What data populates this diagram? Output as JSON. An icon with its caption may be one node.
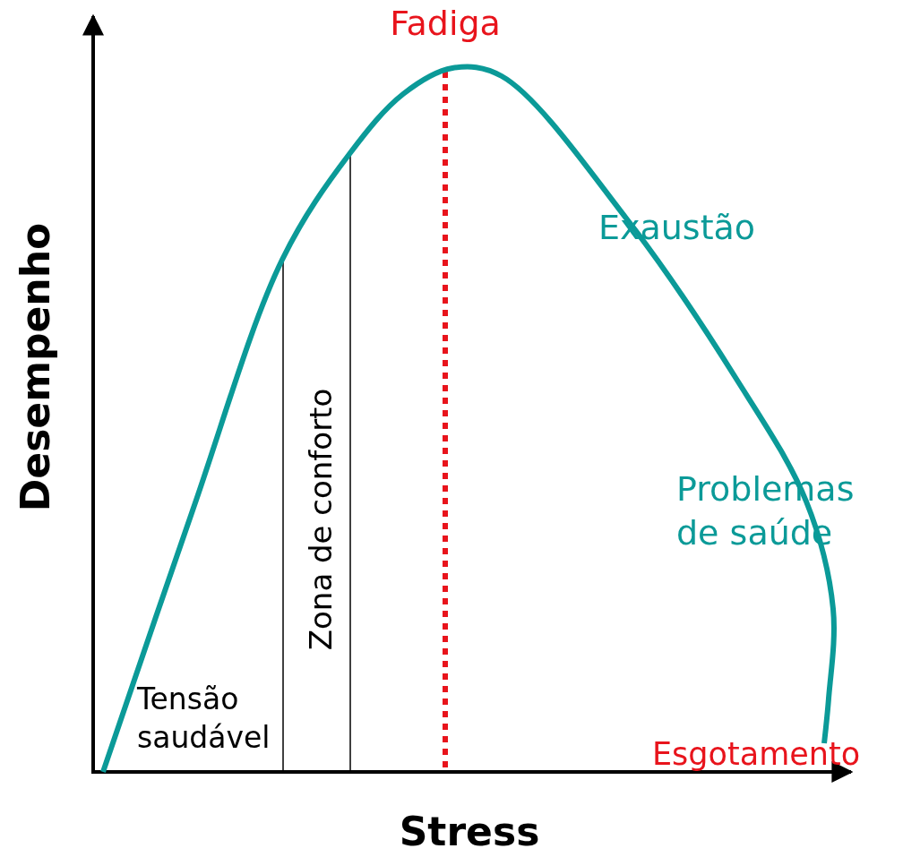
{
  "diagram": {
    "labels": [
      "Fadiga",
      "Exaustão",
      "Problemas de saúde",
      "Zona de conforto",
      "Tensão saudável",
      "Esgotamento",
      "Stress",
      "Desempenho"
    ]
  }
}
